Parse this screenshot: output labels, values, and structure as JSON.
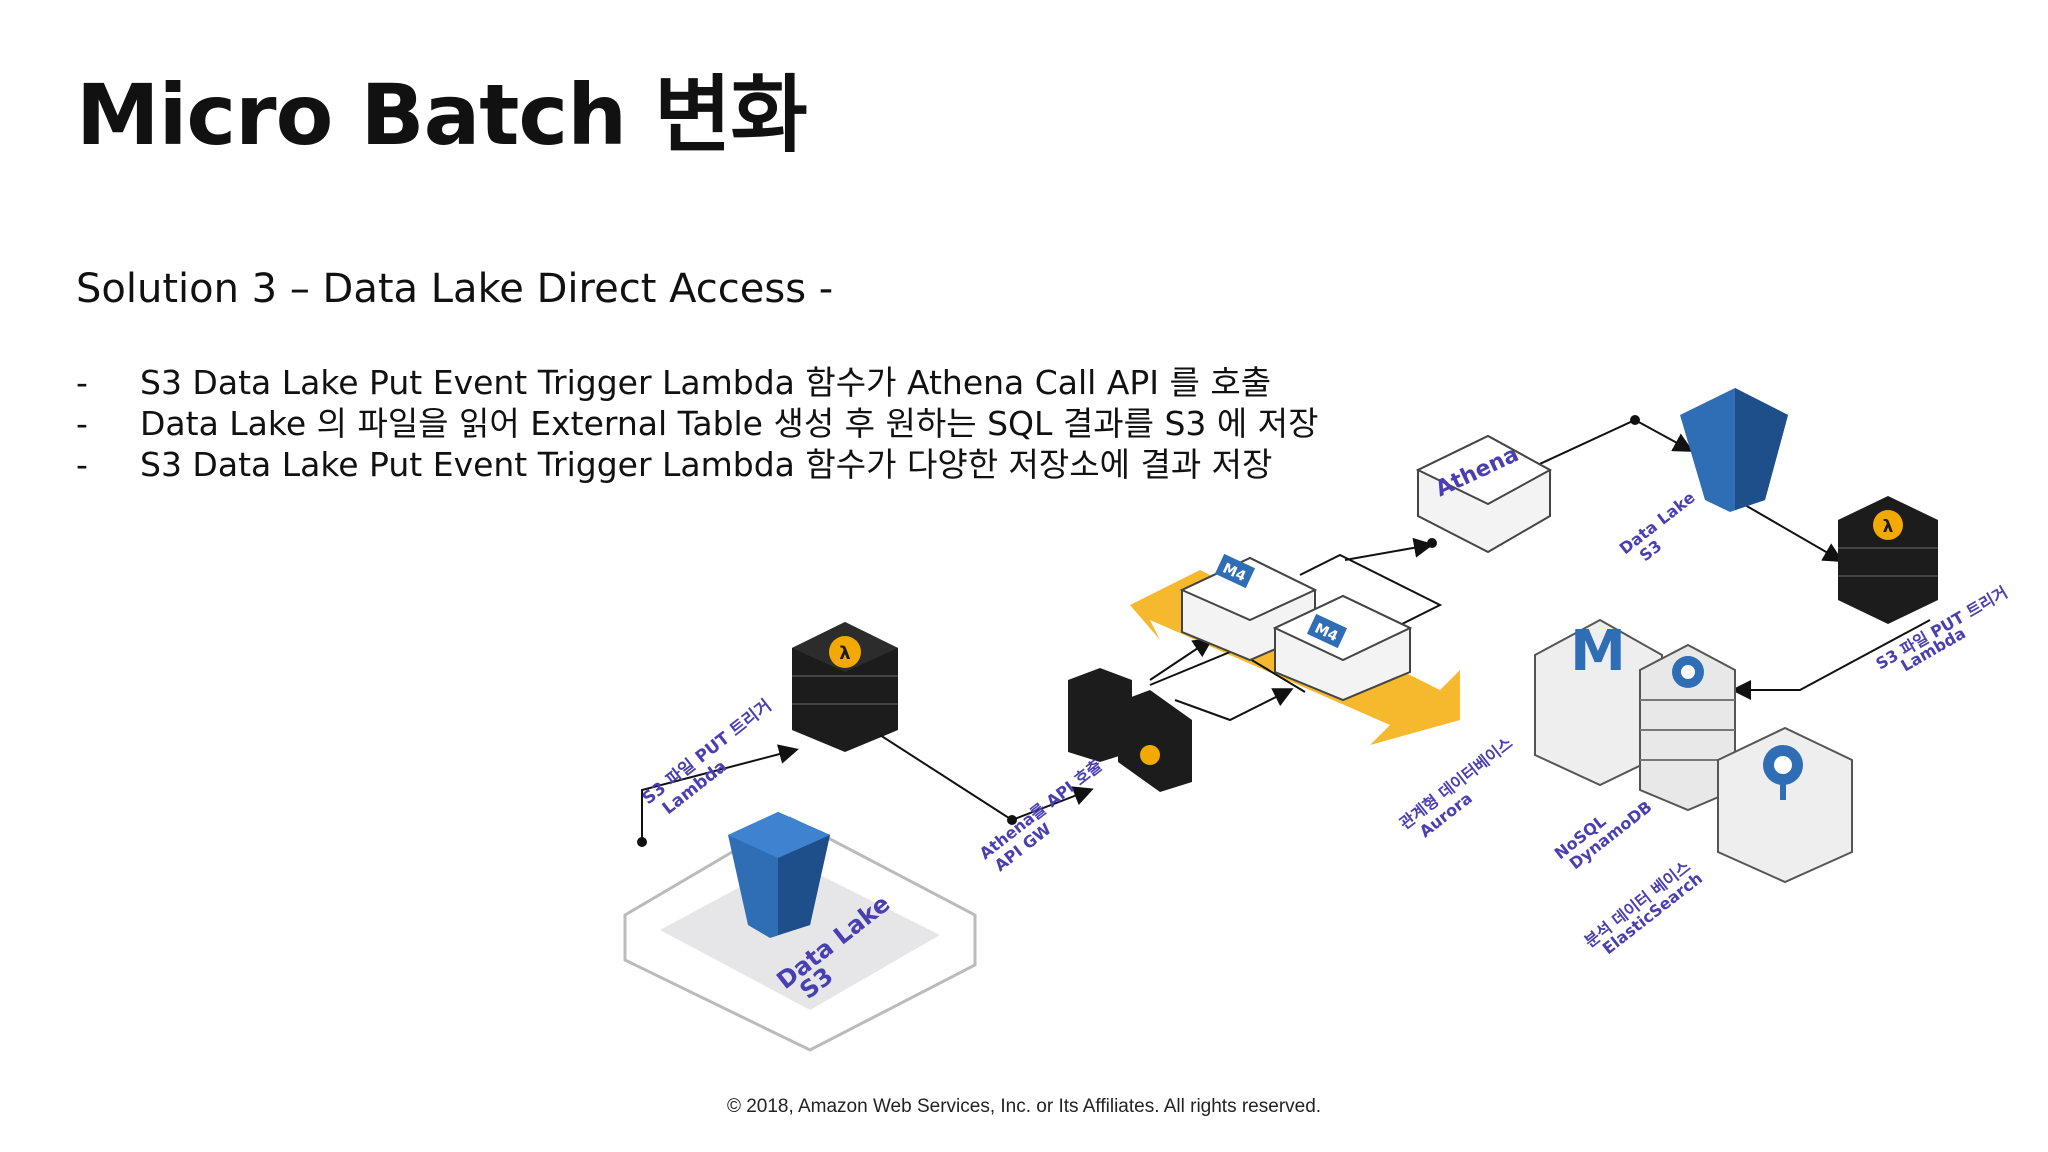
{
  "slide": {
    "title": "Micro Batch 변화",
    "subtitle": "Solution 3 – Data Lake Direct Access -",
    "bullets": [
      {
        "dash": "-",
        "text": "S3 Data Lake Put Event Trigger Lambda 함수가 Athena Call API 를 호출"
      },
      {
        "dash": "-",
        "text": "Data Lake 의 파일을 읽어 External Table 생성 후 원하는 SQL 결과를 S3 에 저장"
      },
      {
        "dash": "-",
        "text": "S3 Data Lake Put Event Trigger Lambda 함수가 다양한 저장소에 결과 저장"
      }
    ],
    "footer": "© 2018, Amazon Web Services, Inc. or Its Affiliates. All rights reserved."
  },
  "diagram": {
    "labels": {
      "s3_put_trigger_1": "S3 파일 PUT 트리거",
      "s3_put_trigger_1_b": "Lambda",
      "data_lake_1": "Data Lake",
      "data_lake_1_b": "S3",
      "api_gw": "Athena를 API 호출",
      "api_gw_b": "API GW",
      "athena": "Athena",
      "m4_1": "M4",
      "m4_2": "M4",
      "data_lake_2": "Data Lake",
      "data_lake_2_b": "S3",
      "s3_put_trigger_2": "S3 파일 PUT 트리거",
      "s3_put_trigger_2_b": "Lambda",
      "aurora": "관계형 데이터베이스",
      "aurora_b": "Aurora",
      "dynamodb": "NoSQL",
      "dynamodb_b": "DynamoDB",
      "elasticsearch": "분석 데이터 베이스",
      "elasticsearch_b": "ElasticSearch"
    },
    "colors": {
      "label": "#4a3fb0",
      "bucket": "#2f6db5",
      "lambda_badge": "#f2a900",
      "arrow_band": "#f5b117",
      "server": "#1c1c1c"
    }
  }
}
